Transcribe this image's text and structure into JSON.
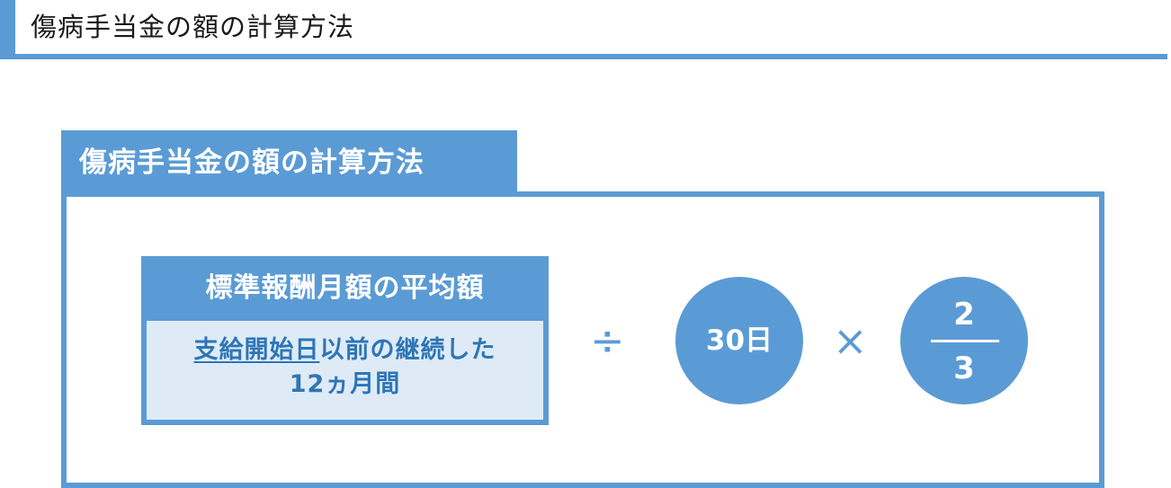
{
  "heading": {
    "title": "傷病手当金の額の計算方法"
  },
  "card": {
    "tab_label": "傷病手当金の額の計算方法"
  },
  "formula": {
    "term": {
      "title": "標準報酬月額の平均額",
      "desc_underlined": "支給開始日",
      "desc_rest_line1": "以前の継続した",
      "desc_line2": "12ヵ月間"
    },
    "operators": {
      "divide": "÷",
      "multiply": "×"
    },
    "divisor": {
      "label": "30日"
    },
    "fraction": {
      "numerator": "2",
      "denominator": "3"
    }
  },
  "colors": {
    "accent": "#5b9bd5",
    "light_fill": "#deebf7",
    "dark_text": "#2e75b6"
  }
}
